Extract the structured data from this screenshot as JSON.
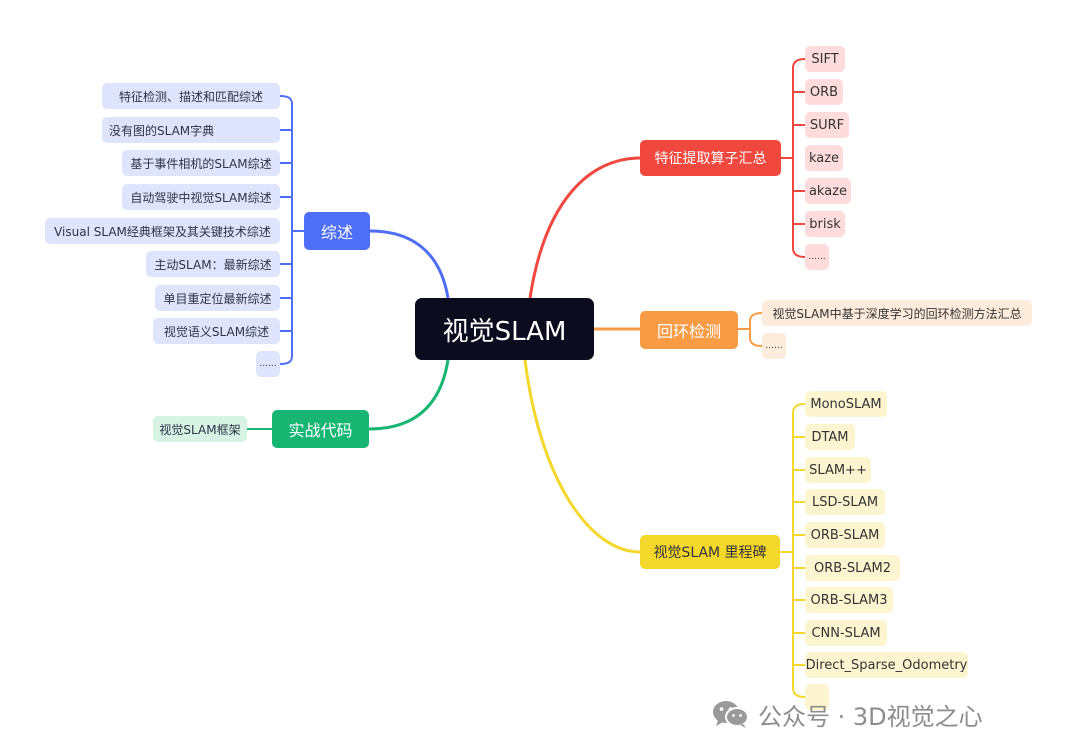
{
  "root": {
    "label": "视觉SLAM"
  },
  "branches": {
    "survey": {
      "label": "综述",
      "items": [
        "特征检测、描述和匹配综述",
        "没有图的SLAM字典",
        "基于事件相机的SLAM综述",
        "自动驾驶中视觉SLAM综述",
        "Visual SLAM经典框架及其关键技术综述",
        "主动SLAM：最新综述",
        "单目重定位最新综述",
        "视觉语义SLAM综述",
        "......"
      ]
    },
    "code": {
      "label": "实战代码",
      "items": [
        "视觉SLAM框架"
      ]
    },
    "features": {
      "label": "特征提取算子汇总",
      "items": [
        "SIFT",
        "ORB",
        "SURF",
        "kaze",
        "akaze",
        "brisk",
        "......"
      ]
    },
    "loop": {
      "label": "回环检测",
      "items": [
        "视觉SLAM中基于深度学习的回环检测方法汇总",
        "......"
      ]
    },
    "milestones": {
      "label": "视觉SLAM 里程碑",
      "items": [
        "MonoSLAM",
        "DTAM",
        "SLAM++",
        "LSD-SLAM",
        "ORB-SLAM",
        "ORB-SLAM2",
        "ORB-SLAM3",
        "CNN-SLAM",
        "Direct_Sparse_Odometry",
        ""
      ]
    }
  },
  "colors": {
    "survey": "#4f6ef7",
    "code": "#17b672",
    "features": "#f0473e",
    "loop": "#f79b45",
    "milestones": "#f4d72b"
  },
  "watermark": {
    "text": "公众号 · 3D视觉之心",
    "icon": "wechat-icon"
  }
}
